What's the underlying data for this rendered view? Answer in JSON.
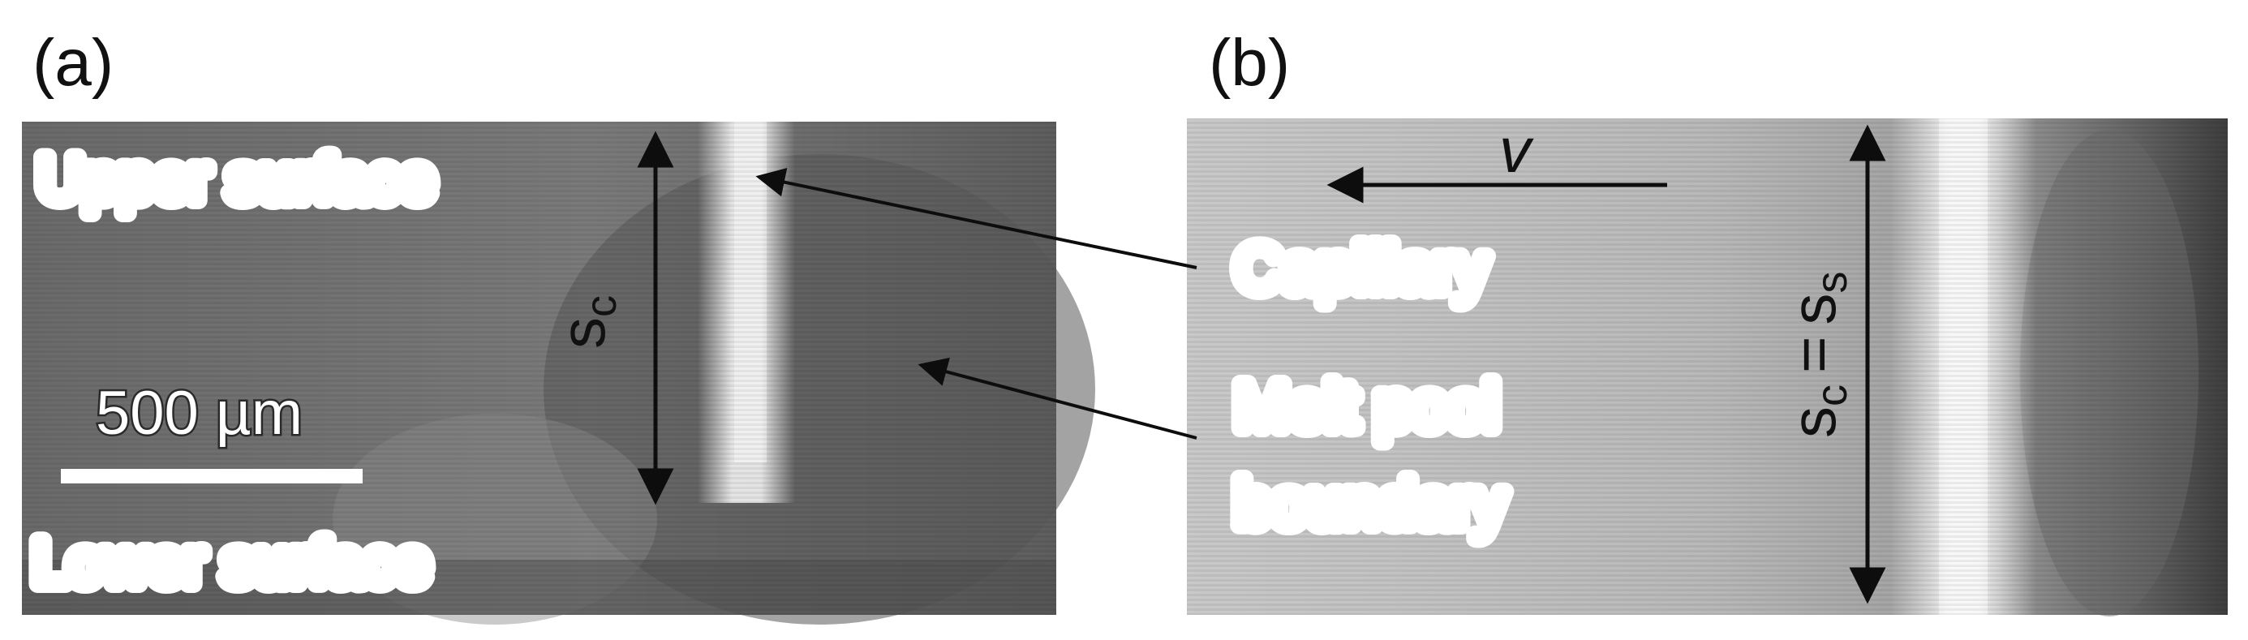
{
  "panels": {
    "a": {
      "tag": "(a)",
      "upper_surface": "Upper surface",
      "lower_surface": "Lower surface",
      "scale_bar": "500 µm",
      "dimension_symbol": "s",
      "dimension_subscript": "c"
    },
    "b": {
      "tag": "(b)",
      "velocity_symbol": "v",
      "dimension_symbol_1": "s",
      "dimension_subscript_1": "c",
      "equals": "=",
      "dimension_symbol_2": "s",
      "dimension_subscript_2": "s"
    }
  },
  "annotations": {
    "capillary": "Capillary",
    "melt_pool_line1": "Melt pool",
    "melt_pool_line2": "boundary"
  },
  "colors": {
    "panel_a_base": "#6e6e6e",
    "panel_b_base": "#bdbdbd",
    "capillary_band": "#f2f2f2",
    "arrow": "#0d0d0d",
    "scale_bar": "#ffffff"
  }
}
